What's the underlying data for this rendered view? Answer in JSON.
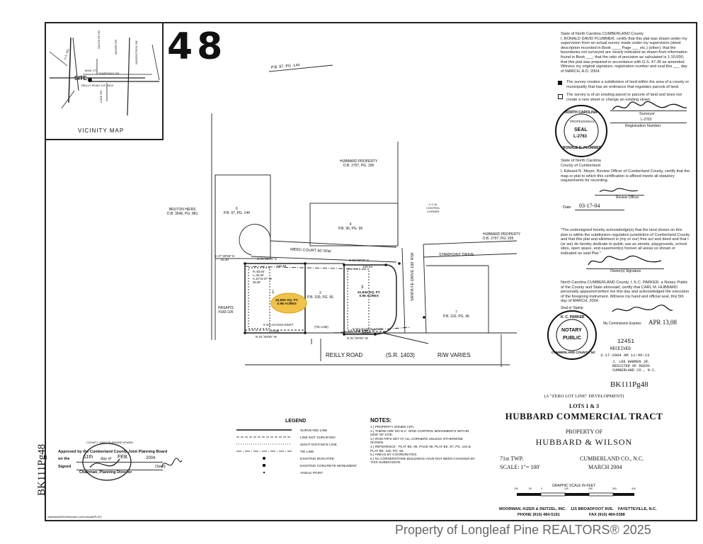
{
  "sheet_number": "48",
  "book_page_stamp": "BK111Pg48",
  "vicinity_map": {
    "caption": "VICINITY MAP",
    "site_label": "SITE",
    "road_labels": [
      "REILLY ROAD S.R. 1403",
      "MIKE CT.",
      "STARPOINT DR.",
      "SANTA FE DR.",
      "MAYER DR.",
      "LAKE DR.",
      "WOODSTOCK DR.",
      "U.S. 401"
    ]
  },
  "plat": {
    "pb_top": "P.B. 97, PG. 144",
    "hubbard_top": "HUBBARD PROPERTY\nD.B. 2797, PG. 295",
    "hubbard_right": "HUBBARD PROPERTY\nD.B. 2797, PG. 295",
    "bruton": "BRUTON HEIRS\nD.B. 3546, PG. 881",
    "hasapis": "HASAPIS\n#183-105",
    "lot6": "6\nP.B. 97, PG. 144",
    "lot4": "4\nP.B. 96, PG. 96",
    "lot2": "2\nP.B. 100, PG. 56",
    "lot7": "7\nP.B. 102, PG. 45",
    "lot1_num": "1",
    "lot1_area": "42,694 SQ. FT.\n0.98 ACRES",
    "lot3_num": "3",
    "lot3_area": "41,544 SQ. FT.\n0.95 ACRES",
    "meed_court": "MEED COURT 50' R/W",
    "starpoint": "STARPOINT DRIVE",
    "santa_fe": "SANTA FE DRIVE 100' R/W",
    "reilly": "REILLY ROAD",
    "reilly_sr": "(S.R. 1403)",
    "reilly_rw": "R/W VARIES",
    "bearing_top1": "S 01°30'00\" E",
    "bearing_top2": "S 01°30'00\" E",
    "bearing_bot1": "N 01°30'00\" W",
    "bearing_bot2": "N 01°30'00\" W",
    "dist_top1": "138.48",
    "dist_top2": "148.54",
    "dist_bot1": "170.00",
    "dist_bot2": "96.54",
    "ne_corner": "S 47°28'55\" E\n16.30",
    "curve": "R=50.00'\nL=35.92'\nS 23°01'37\" W\n35.09'",
    "access1": "5' NO ACCESS ESM'T.",
    "access2": "5' NO ACCESS ESM'T.",
    "tie_line": "(TIE LINE)",
    "ccm": "C.C.M.\nCONTROL\nCORNER"
  },
  "certification": {
    "state_line": "State of North Carolina                   CUMBERLAND   County",
    "para1": "I, RONALD DAVID PLUMMER, certify that this plat was drawn under my supervision from an actual survey made under my supervision (deed description recorded in Book ____ Page ___ etc.) (other); that the boundaries not surveyed are clearly indicated as drawn from information found in Book ___; that the ratio of precision as calculated is 1:10,000; that this plat was prepared in accordance with G.S. 47-30 as amended. Witness my original signature, registration number and seal this ___ day of MARCH, A.D. 2004.",
    "check1": "The survey creates a subdivision of land within the area of a county or municipality that has an ordinance that regulates parcels of land.",
    "check2": "The survey is of an existing parcel or parcels of land and does not create a new street or change an existing street.",
    "surveyor": "Surveyor",
    "reg_no": "L-2763",
    "reg_label": "Registration Number",
    "seal_name": "RONALD D. PLUMMER",
    "seal_state": "NORTH CAROLINA",
    "seal_prof": "PROFESSIONAL",
    "seal_word": "SEAL",
    "seal_num": "L-2763",
    "review_state": "State of North Carolina\nCounty of Cumberland",
    "review_para": "I, Edward R. Meyer, Review Officer of Cumberland County, certify that the map or plat to which this certification is affixed meets all statutory requirements for recording.",
    "review_officer": "Review Officer",
    "date_label": "Date",
    "date_value": "03-17-04",
    "owner_para": "\"The undersigned hereby acknowledge(s) that the land shown on this plan is within the subdivision regulation jurisdiction of Cumberland County and that this plat and allotment is (my or our) free act and deed and that I (or we) do hereby dedicate to public use as streets, playgrounds, school sites, open space, and easement(s) forever all areas so shown or indicated on said Plat.\"",
    "owner_sig": "Owner(s) Signature",
    "notary_para": "North Carolina        CUMBERLAND County. I, K.C. PARKER, a Notary Public of the County and State aforesaid, certify that CARL M. HUBBARD personally appeared before me this day and acknowledged the execution of the foregoing instrument. Witness my hand and official seal, this 5th day of MARCH, 2004.",
    "seal_or_stamp": "Seal or Stamp",
    "commission": "My Commission Expires",
    "commission_date": "APR 13,08",
    "notary_name": "K. C. PARKER",
    "notary_word": "NOTARY",
    "public_word": "PUBLIC",
    "notary_county": "CUMBERLAND COUNTY, NC",
    "received_num": "12451",
    "received": "RECEIVED",
    "received_date": "3-17-2004    AM 11:46:13",
    "register": "J. LEE WARREN JR.\nREGISTER OF DEEDS\nCUMBERLAND CO., N.C.",
    "book_stamp": "BK111Pg48"
  },
  "title_block": {
    "development": "(A \"ZERO LOT LINE\" DEVELOPMENT)",
    "lots": "LOTS 1 & 3",
    "name": "HUBBARD COMMERCIAL TRACT",
    "property_of": "PROPERTY OF",
    "owners": "HUBBARD & WILSON",
    "township": "71st TWP.",
    "county": "CUMBERLAND CO., N.C.",
    "scale": "SCALE:  1\"= 100'",
    "date": "MARCH 2004",
    "graphic_scale": "GRAPHIC SCALE IN FEET",
    "scale_ticks": [
      "100",
      "50",
      "0",
      "100",
      "200",
      "300",
      "400"
    ],
    "firm": "MOORMAN, KIZER & REITZEL, INC.    115 BROADFOOT AVE.    FAYETTEVILLE, N.C.",
    "phone": "PHONE (910) 484-5191",
    "fax": "FAX (910) 484-0388"
  },
  "legend": {
    "title": "LEGEND",
    "items": [
      "SURVEYED LINE",
      "LINE NOT SURVEYED",
      "SIGHT DISTANCE LINE",
      "TIE LINE",
      "EXISTING IRON PIPE",
      "EXISTING CONCRETE MONUMENT",
      "ANGLE POINT"
    ]
  },
  "notes": {
    "title": "NOTES:",
    "items": [
      "1.) PROPERTY ZONED C(P).",
      "2.) THERE ARE NO N.C. GRID CONTROL MONUMENTS WITHIN 2000' OF SITE.",
      "3.) IRON PIPS SET AT ALL CORNERS UNLESS OTHERWISE SHOWN.",
      "4.) REFERENCE - PLAT BK. 96, PAGE 96, PLAT BK. 97, PG. 144 & PLAT BK. 100, PG. 56.",
      "5.) AREAS BY COORDINATES.",
      "6.) No CORNERSTONE BUILDINGS HAVE NOT BEEN CHANGED BY THIS SUBDIVISION."
    ]
  },
  "approval": {
    "line1": "Approved by the Cumberland County Joint Planning Board",
    "on_label": "on the",
    "day": "11th",
    "day_of": "day of",
    "month": "FEB.",
    "year": "2004",
    "signed": "Signed",
    "seal": "(Seal)",
    "role": "Chairman, Planning Director",
    "stamp": "COUNTY JOINT PLANNING BOARD"
  },
  "file_path": "/data/data2004/hubbard-commercial(PLAT)",
  "watermark": "Property of Longleaf Pine REALTORS® 2025"
}
